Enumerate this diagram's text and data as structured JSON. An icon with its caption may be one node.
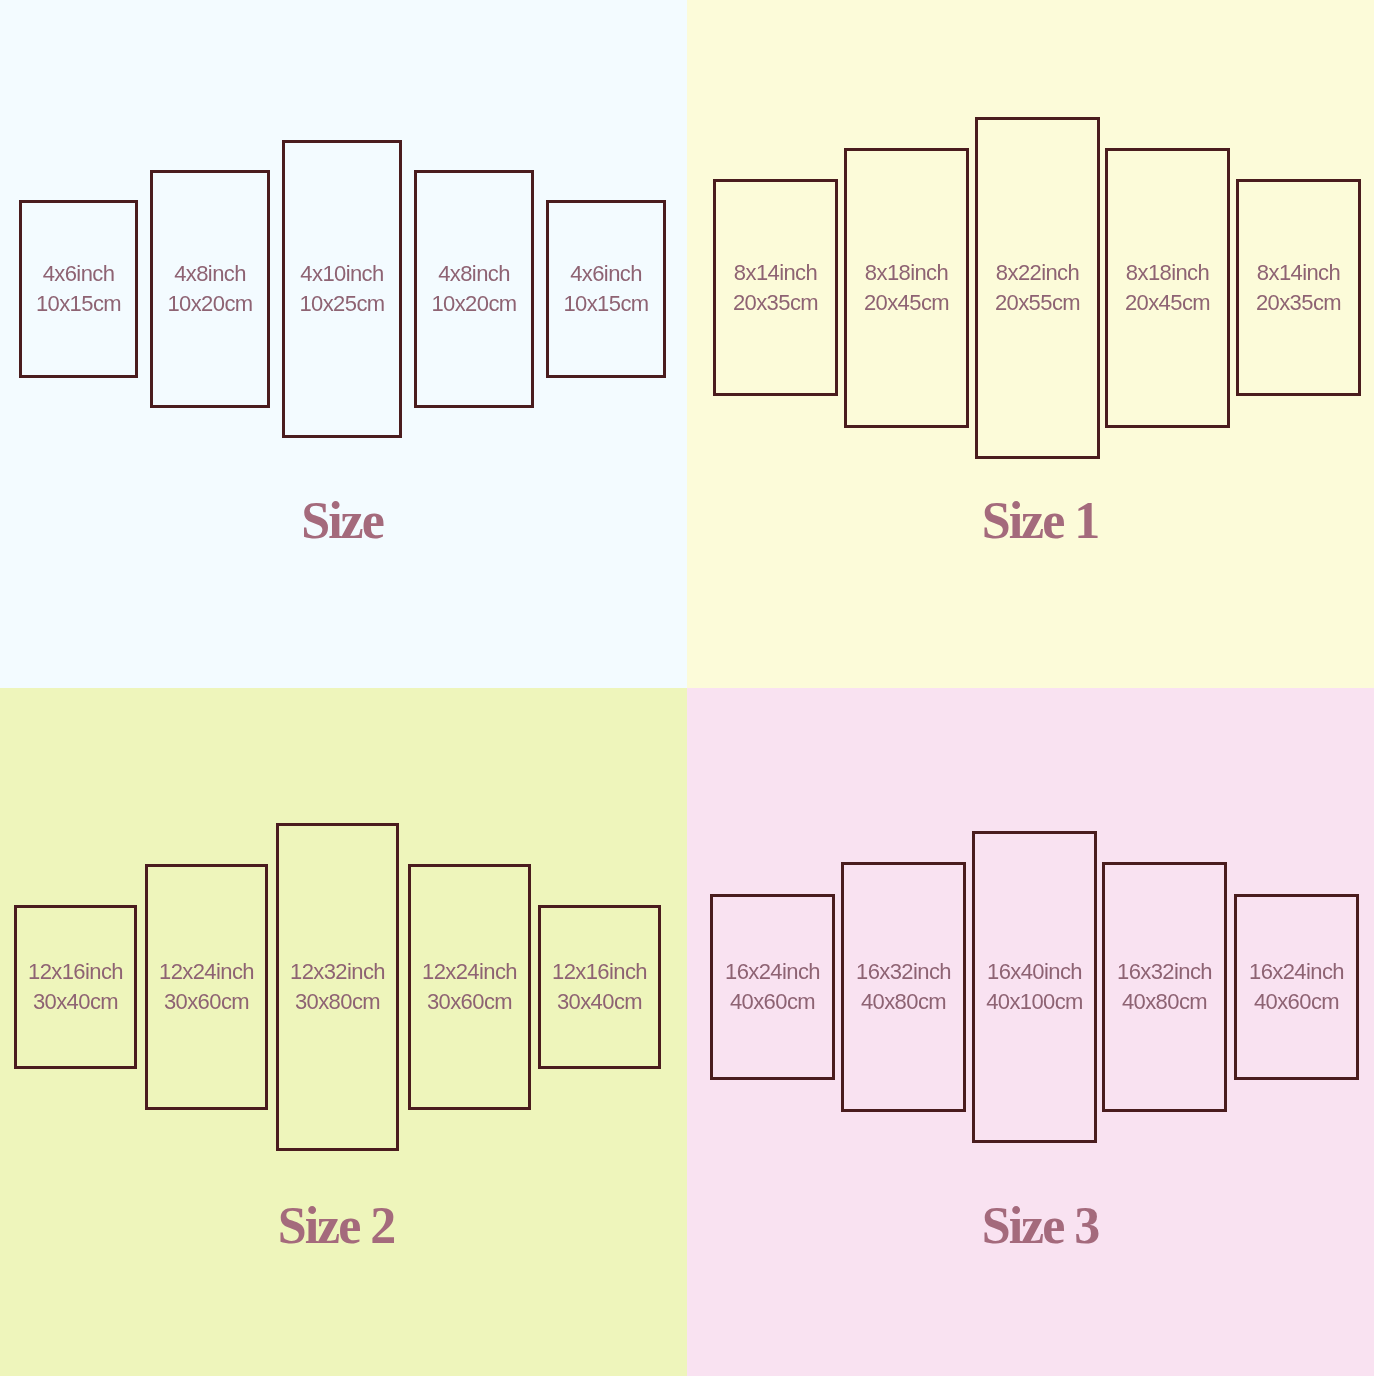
{
  "diagram": {
    "nodes": [
      {
        "text": [
          "Size"
        ]
      },
      {
        "text": [
          "4x6inch",
          "10x15cm"
        ],
        "in": 0
      },
      {
        "text": [
          "4x8inch",
          "10x20cm"
        ],
        "in": 0
      },
      {
        "text": [
          "4x10inch",
          "10x25cm"
        ],
        "in": 0
      },
      {
        "text": [
          "4x8inch",
          "10x20cm"
        ],
        "in": 0
      },
      {
        "text": [
          "4x6inch",
          "10x15cm"
        ],
        "in": 0
      },
      {
        "text": [
          "Size 1"
        ]
      },
      {
        "text": [
          "8x14inch",
          "20x35cm"
        ],
        "in": 6
      },
      {
        "text": [
          "8x18inch",
          "20x45cm"
        ],
        "in": 6
      },
      {
        "text": [
          "8x22inch",
          "20x55cm"
        ],
        "in": 6
      },
      {
        "text": [
          "8x18inch",
          "20x45cm"
        ],
        "in": 6
      },
      {
        "text": [
          "8x14inch",
          "20x35cm"
        ],
        "in": 6
      },
      {
        "text": [
          "Size 2"
        ]
      },
      {
        "text": [
          "12x16inch",
          "30x40cm"
        ],
        "in": 12
      },
      {
        "text": [
          "12x24inch",
          "30x60cm"
        ],
        "in": 12
      },
      {
        "text": [
          "12x32inch",
          "30x80cm"
        ],
        "in": 12
      },
      {
        "text": [
          "12x24inch",
          "30x60cm"
        ],
        "in": 12
      },
      {
        "text": [
          "12x16inch",
          "30x40cm"
        ],
        "in": 12
      },
      {
        "text": [
          "Size 3"
        ]
      },
      {
        "text": [
          "16x24inch",
          "40x60cm"
        ],
        "in": 18
      },
      {
        "text": [
          "16x32inch",
          "40x80cm"
        ],
        "in": 18
      },
      {
        "text": [
          "16x40inch",
          "40x100cm"
        ],
        "in": 18
      },
      {
        "text": [
          "16x32inch",
          "40x80cm"
        ],
        "in": 18
      },
      {
        "text": [
          "16x24inch",
          "40x60cm"
        ],
        "in": 18
      }
    ]
  }
}
